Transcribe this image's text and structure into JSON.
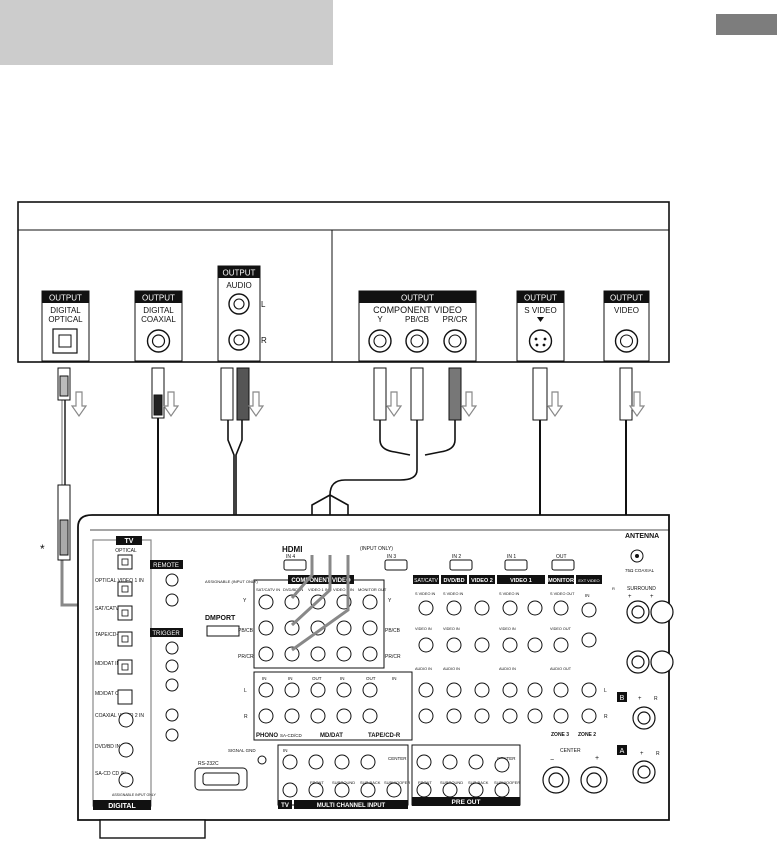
{
  "output_panels": [
    {
      "id": "digital-optical",
      "header": "OUTPUT",
      "lines": [
        "DIGITAL",
        "OPTICAL"
      ]
    },
    {
      "id": "digital-coaxial",
      "header": "OUTPUT",
      "lines": [
        "DIGITAL",
        "COAXIAL"
      ]
    },
    {
      "id": "audio",
      "header": "OUTPUT",
      "lines": [
        "AUDIO"
      ],
      "side_labels": [
        "L",
        "R"
      ]
    },
    {
      "id": "component-video",
      "header": "OUTPUT",
      "lines": [
        "COMPONENT VIDEO"
      ],
      "sub_labels": [
        "Y",
        "PB/CB",
        "PR/CR"
      ]
    },
    {
      "id": "s-video",
      "header": "OUTPUT",
      "lines": [
        "S VIDEO"
      ]
    },
    {
      "id": "video",
      "header": "OUTPUT",
      "lines": [
        "VIDEO"
      ]
    }
  ],
  "receiver": {
    "asterisk": "*",
    "hdmi_label": "HDMI",
    "hdmi_ports": [
      "IN 4",
      "IN 3",
      "IN 2",
      "IN 1",
      "OUT"
    ],
    "input_only": "(INPUT ONLY)",
    "antenna": "ANTENNA",
    "coaxial": "75Ω COAXIAL",
    "tv_box": {
      "title": "TV",
      "label": "OPTICAL"
    },
    "optical_inputs": [
      "OPTICAL VIDEO 1 IN",
      "SAT/CATV IN",
      "TAPE/CD-R IN",
      "MD/DAT IN"
    ],
    "optical_out": "MD/DAT OUT",
    "coaxial_in": "COAXIAL VIDEO 2 IN",
    "dvd_bd_in": "DVD/BD IN",
    "sacd_in": "SA-CD CD IN",
    "assignable": "ASSIGNABLE INPUT ONLY",
    "digital": "DIGITAL",
    "remote": "REMOTE",
    "trigger": "TRIGGER",
    "dmport": "DMPORT",
    "rs232c": "RS-232C",
    "signal_gnd": "SIGNAL GND",
    "component_video": "COMPONENT VIDEO",
    "comp_row_labels": [
      "Y",
      "PB/CB",
      "PR/CR"
    ],
    "comp_cols": [
      "SAT/CATV IN",
      "DVD/BD IN",
      "VIDEO 1 IN",
      "VIDEO 2 IN",
      "MONITOR OUT"
    ],
    "assignable_side": "ASSIGNABLE (INPUT ONLY)",
    "video_groups": [
      "SAT/CATV",
      "DVD/BD",
      "VIDEO 2",
      "VIDEO 1",
      "MONITOR",
      "EXT VIDEO"
    ],
    "ext_video_in": "IN",
    "s_video_labels": [
      "S VIDEO IN",
      "S VIDEO OUT"
    ],
    "video_in_out": [
      "VIDEO IN",
      "VIDEO OUT"
    ],
    "audio_in_out": [
      "AUDIO IN",
      "AUDIO OUT"
    ],
    "audio_row": [
      "IN",
      "IN",
      "OUT",
      "IN",
      "OUT",
      "IN"
    ],
    "audio_groups": [
      "PHONO",
      "SA-CD/CD",
      "MD/DAT",
      "TAPE/CD-R"
    ],
    "zones": [
      "ZONE 3",
      "ZONE 2"
    ],
    "multi_channel_input": "MULTI CHANNEL INPUT",
    "pre_out": "PRE OUT",
    "multi_labels": [
      "IN",
      "FRONT",
      "SURROUND",
      "SUR BACK",
      "SUBWOOFER"
    ],
    "center": "CENTER",
    "speaker_labels": [
      "A",
      "B",
      "SURROUND",
      "CENTER"
    ],
    "tv_bottom": "TV",
    "lr": [
      "L",
      "R"
    ],
    "plus_minus": [
      "+",
      "−"
    ]
  }
}
